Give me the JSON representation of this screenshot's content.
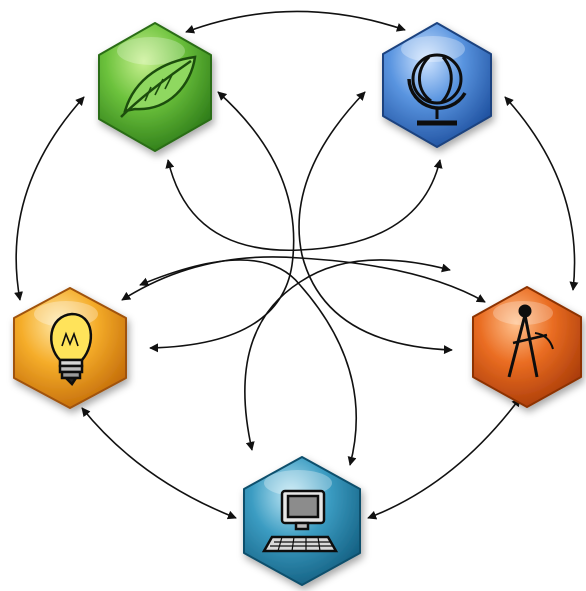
{
  "diagram": {
    "nodes": [
      {
        "id": "nature",
        "icon": "leaf-icon",
        "color": "#5fb63a"
      },
      {
        "id": "world",
        "icon": "globe-icon",
        "color": "#3f7fd0"
      },
      {
        "id": "idea",
        "icon": "lightbulb-icon",
        "color": "#f3a21f"
      },
      {
        "id": "design",
        "icon": "compass-icon",
        "color": "#e0621c"
      },
      {
        "id": "technology",
        "icon": "computer-icon",
        "color": "#2f8fb5"
      }
    ],
    "connections": [
      {
        "from": "nature",
        "to": "world",
        "type": "bidirectional"
      },
      {
        "from": "world",
        "to": "design",
        "type": "bidirectional"
      },
      {
        "from": "design",
        "to": "technology",
        "type": "bidirectional"
      },
      {
        "from": "technology",
        "to": "idea",
        "type": "bidirectional"
      },
      {
        "from": "idea",
        "to": "nature",
        "type": "bidirectional"
      },
      {
        "from": "nature",
        "to": "technology",
        "type": "bidirectional"
      },
      {
        "from": "nature",
        "to": "design",
        "type": "bidirectional"
      },
      {
        "from": "world",
        "to": "idea",
        "type": "bidirectional"
      },
      {
        "from": "world",
        "to": "technology",
        "type": "bidirectional"
      },
      {
        "from": "idea",
        "to": "design",
        "type": "bidirectional"
      }
    ],
    "arrow_color": "#111111"
  }
}
